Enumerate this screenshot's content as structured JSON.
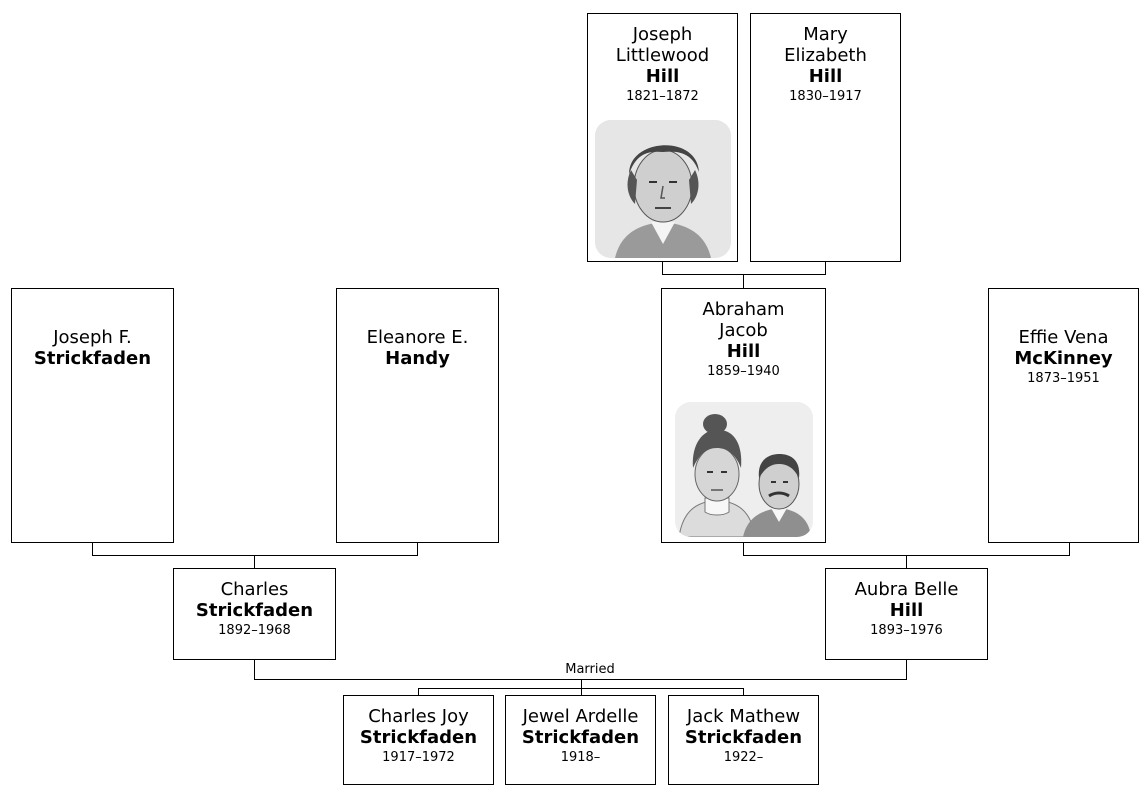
{
  "people": {
    "joseph_littlewood": {
      "first": "Joseph\nLittlewood",
      "last": "Hill",
      "years": "1821–1872"
    },
    "mary_elizabeth": {
      "first": "Mary\nElizabeth",
      "last": "Hill",
      "years": "1830–1917"
    },
    "joseph_f": {
      "first": "Joseph F.",
      "last": "Strickfaden",
      "years": ""
    },
    "eleanore_e": {
      "first": "Eleanore E.",
      "last": "Handy",
      "years": ""
    },
    "abraham_jacob": {
      "first": "Abraham\nJacob",
      "last": "Hill",
      "years": "1859–1940"
    },
    "effie_vena": {
      "first": "Effie Vena",
      "last": "McKinney",
      "years": "1873–1951"
    },
    "charles": {
      "first": "Charles",
      "last": "Strickfaden",
      "years": "1892–1968"
    },
    "aubra_belle": {
      "first": "Aubra Belle",
      "last": "Hill",
      "years": "1893–1976"
    },
    "charles_joy": {
      "first": "Charles Joy",
      "last": "Strickfaden",
      "years": "1917–1972"
    },
    "jewel_ardelle": {
      "first": "Jewel Ardelle",
      "last": "Strickfaden",
      "years": "1918–"
    },
    "jack_mathew": {
      "first": "Jack Mathew",
      "last": "Strickfaden",
      "years": "1922–"
    }
  },
  "relationship_label": "Married"
}
